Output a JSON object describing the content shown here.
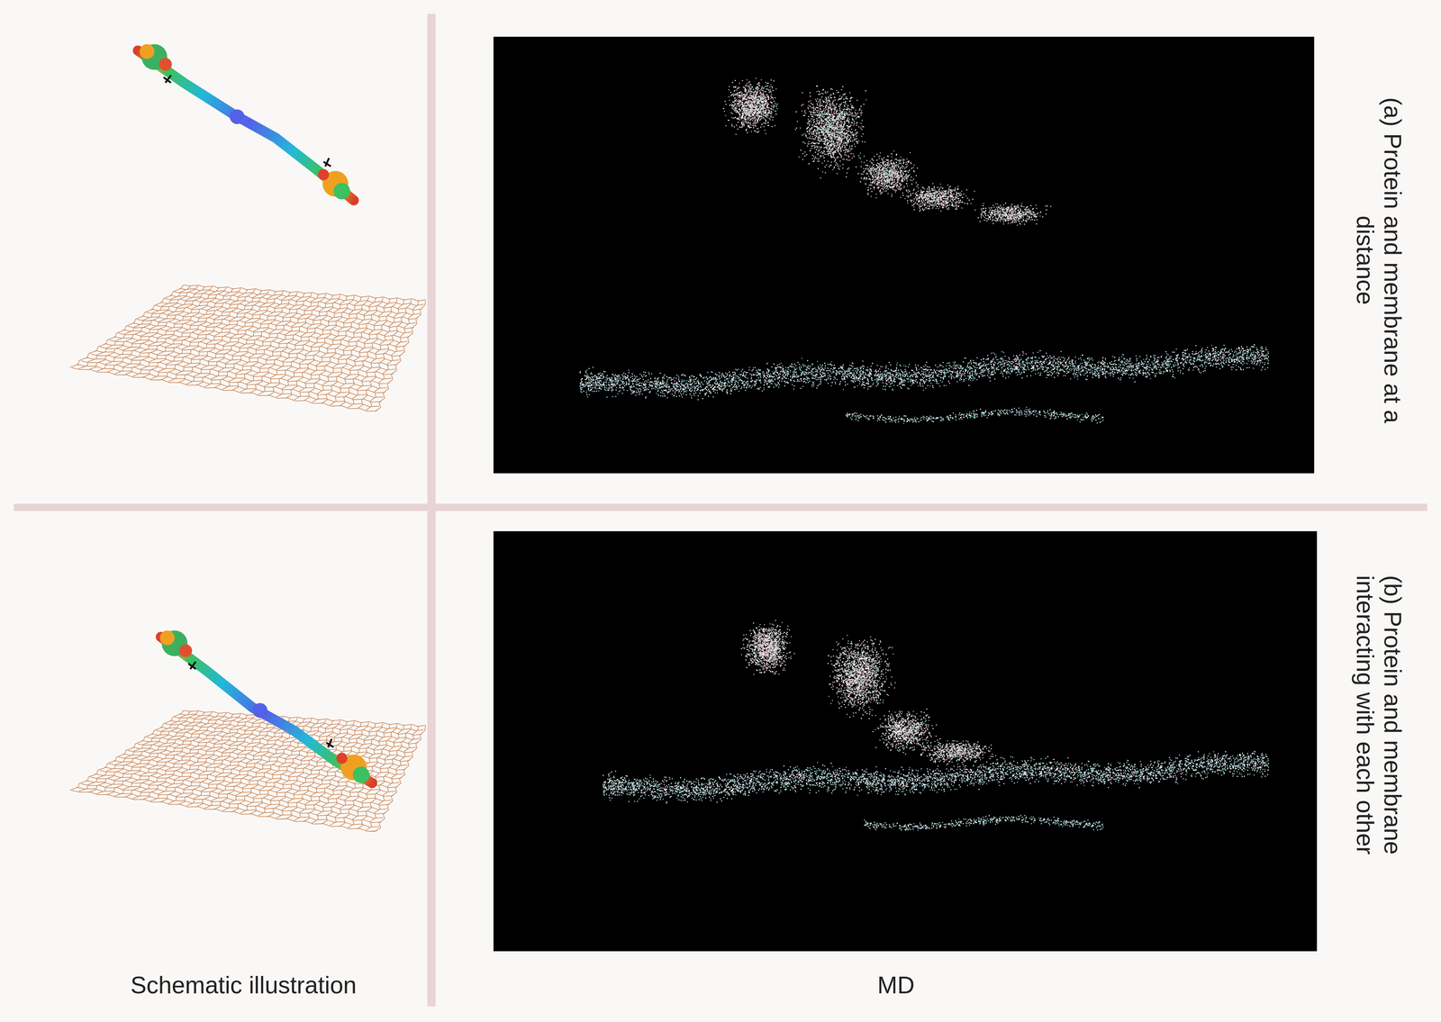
{
  "diagram": {
    "labels": [
      "(a) Protein and membrane at a distance",
      "(b) Protein and membrane interacting with each other",
      "Schematic illustration",
      "MD"
    ]
  }
}
